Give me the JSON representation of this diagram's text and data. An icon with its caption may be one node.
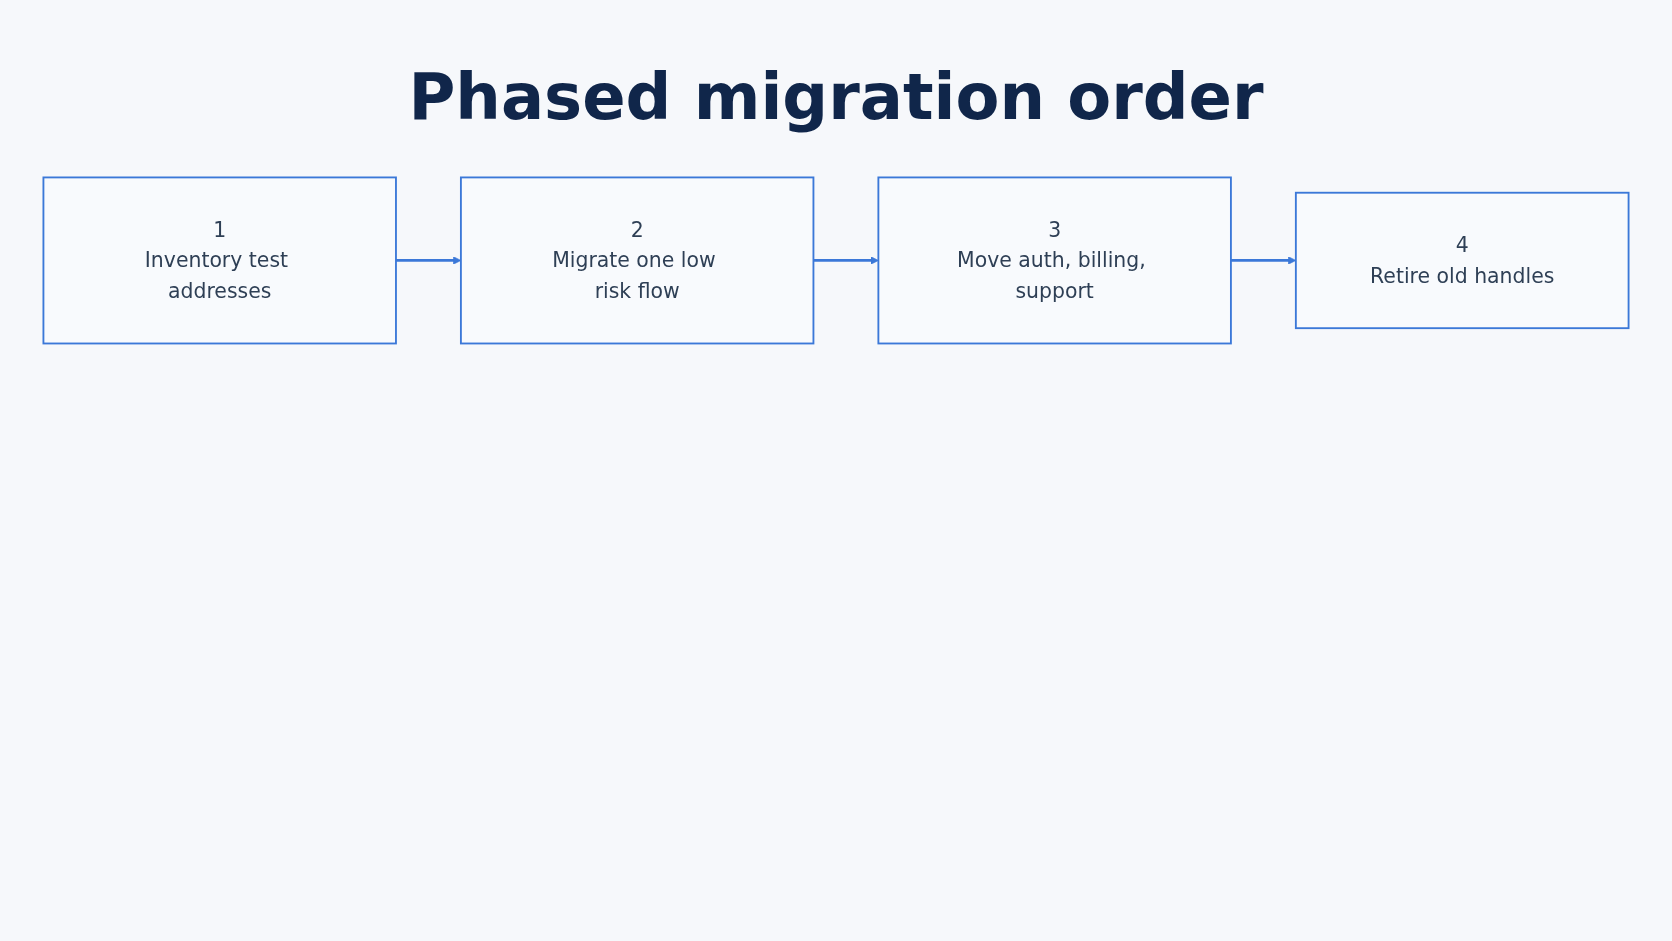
{
  "diagram": {
    "title": "Phased migration order",
    "nodes": [
      {
        "text": [
          "1",
          "Inventory test addresses"
        ]
      },
      {
        "text": [
          "2",
          "Migrate one low risk flow"
        ]
      },
      {
        "text": [
          "3",
          "Move auth, billing, support"
        ]
      },
      {
        "text": [
          "4",
          "Retire old handles"
        ]
      }
    ],
    "edges": [
      {
        "from": 0,
        "to": 1,
        "arrow": "to"
      },
      {
        "from": 1,
        "to": 2,
        "arrow": "to"
      },
      {
        "from": 2,
        "to": 3,
        "arrow": "to"
      }
    ]
  }
}
